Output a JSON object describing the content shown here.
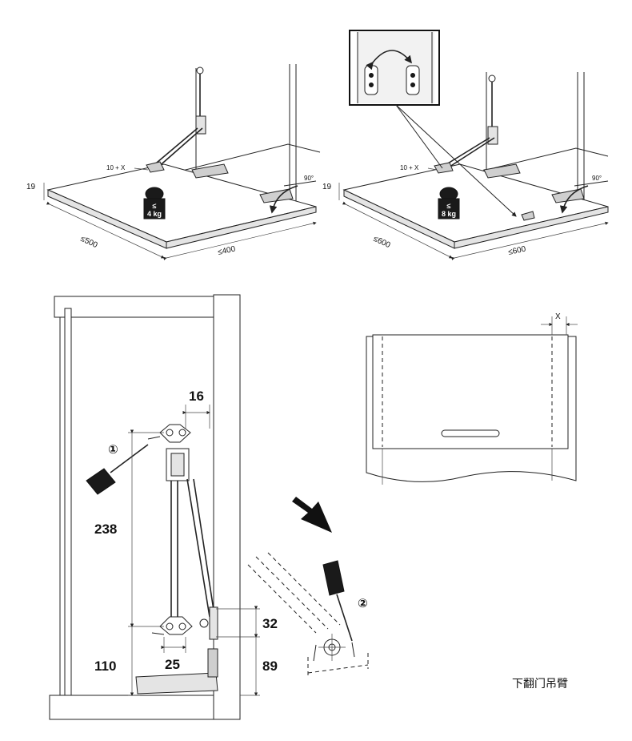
{
  "top_left": {
    "label_thickness": "19",
    "label_offset": "10 + X",
    "label_angle": "90°",
    "label_depth": "≤500",
    "label_width": "≤400",
    "weight_le": "≤",
    "weight_value": "4 kg"
  },
  "top_right": {
    "label_thickness": "19",
    "label_offset": "10 + X",
    "label_angle": "90°",
    "label_depth": "≤600",
    "label_width": "≤600",
    "weight_le": "≤",
    "weight_value": "8 kg"
  },
  "main": {
    "dim_16": "16",
    "dim_238": "238",
    "dim_110": "110",
    "dim_25": "25",
    "dim_32": "32",
    "dim_89": "89",
    "step_1": "①",
    "step_2": "②"
  },
  "door": {
    "label_x": "X"
  },
  "caption": "下翻门吊臂"
}
